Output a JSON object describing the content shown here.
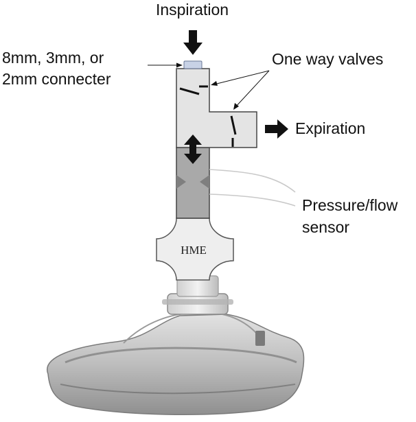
{
  "labels": {
    "inspiration": "Inspiration",
    "connector_line1": "8mm, 3mm, or",
    "connector_line2": "2mm connecter",
    "one_way_valves": "One way valves",
    "expiration": "Expiration",
    "sensor_line1": "Pressure/flow",
    "sensor_line2": "sensor",
    "hme": "HME"
  },
  "colors": {
    "background": "#ffffff",
    "valve_body": "#e4e4e4",
    "sensor_body": "#a9a9a9",
    "outline": "#444444",
    "arrow": "#111111",
    "connector_tip": "#c8d2e6",
    "hme_body": "#eeeeee",
    "mask": "#c9c9c9"
  },
  "icons": {
    "inspiration_arrow": "arrow-down-icon",
    "expiration_arrow": "arrow-right-icon",
    "bidirectional_arrow": "arrow-up-down-icon"
  }
}
